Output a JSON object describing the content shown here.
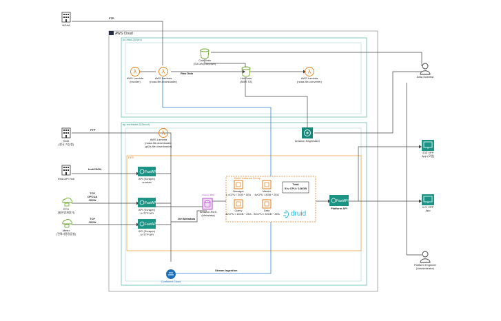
{
  "cloud": {
    "title": "AWS Cloud",
    "region_us": "us-east-2(Ohio)",
    "region_ap": "ap-northeast-2(Seoul)",
    "eks": "EKS"
  },
  "sources": {
    "noaa": "NOAA",
    "kma": "KMA",
    "kma_sub": "(한국 기상청)",
    "kma_hub": "KMA API Hub",
    "rtu": "RTU",
    "rtu_sub": "(발전량계량기)",
    "meter": "Meter",
    "meter_sub": "(전력사용량검침)"
  },
  "edges": {
    "ftp_noaa": "FTP",
    "ftp_kma": "FTP",
    "text_json": "text/JSON",
    "tcp_opcua": "TCP",
    "tcp_opcua2": "OPCUA",
    "tcp_opcua3": "JSON",
    "tcp_json": "TCP",
    "tcp_json2": "JSON",
    "raw_data": "Raw Data",
    "get_metadata": "Get Metadata",
    "stream_ingestion": "Stream Ingestion"
  },
  "aws": {
    "lambda_invoker": "AWS Lambda",
    "lambda_invoker_sub": "(invoker)",
    "lambda_dl": "AWS Lambda",
    "lambda_dl_sub": "(noaa-file-downloader)",
    "cold_data": "Cold Data",
    "cold_data_sub": "(S3 Deep Archive)",
    "hot_data": "Hot Data",
    "hot_data_sub": "(AWS S3)",
    "lambda_conv": "AWS Lambda",
    "lambda_conv_sub": "(noaa-file-converter)",
    "lambda_seoul": "AWS Lambda",
    "lambda_seoul_sub": "(noaa-file-downloader,",
    "lambda_seoul_sub2": "gk2a-file-downloader)",
    "sagemaker": "Amazon Sagemaker",
    "rds": "Amazon RDS",
    "rds_sub": "(Metadata)",
    "rds_badge": "Amazon RDS"
  },
  "apis": {
    "fastapi_label": "FastAPI",
    "api1": "API (Scraper)",
    "api1_sub": "crontab",
    "api2": "API (Scraper)",
    "api2_sub": "/ HTTP API",
    "api3": "API (Scraper)",
    "api3_sub": "/ HTTP API",
    "platform": "Platform API"
  },
  "druid": {
    "group": "Druid Instance Group",
    "total_title": "Total",
    "total_value": "51v CPU / 136GB",
    "manager": "Manager",
    "manager_spec": "1 vCPU / 2GB * 1EA",
    "master": "Master",
    "master_spec": "4vCPU / 8GB * 2EA",
    "query": "Query",
    "query_spec": "4vCPU / 16GB * 2EA",
    "data": "Data",
    "data_spec": "8vCPU / 32GB * 3EA",
    "logo": "druid"
  },
  "confluent": "Confluent Cloud",
  "users": {
    "scientist": "Data Scientist",
    "app1": "공공 VPP",
    "app1_sub": "App (모델)",
    "app2": "0.G. VPP",
    "app2_sub": "App",
    "engineer": "Platform Engineer",
    "engineer_sub": "(Administrator)"
  },
  "colors": {
    "aws_orange": "#e07b16",
    "s3_green": "#6aa629",
    "fastapi_teal": "#1c9485",
    "region_teal": "#33a9a0",
    "eks_orange": "#f2a23c",
    "druid_orange": "#e07b16",
    "rds_purple": "#b040c8",
    "line_blue": "#2f7fd1",
    "line_dark": "#444444",
    "confluent_blue": "#1d6fb8",
    "sage_teal": "#14877a",
    "druid_text": "#29b5d9"
  }
}
